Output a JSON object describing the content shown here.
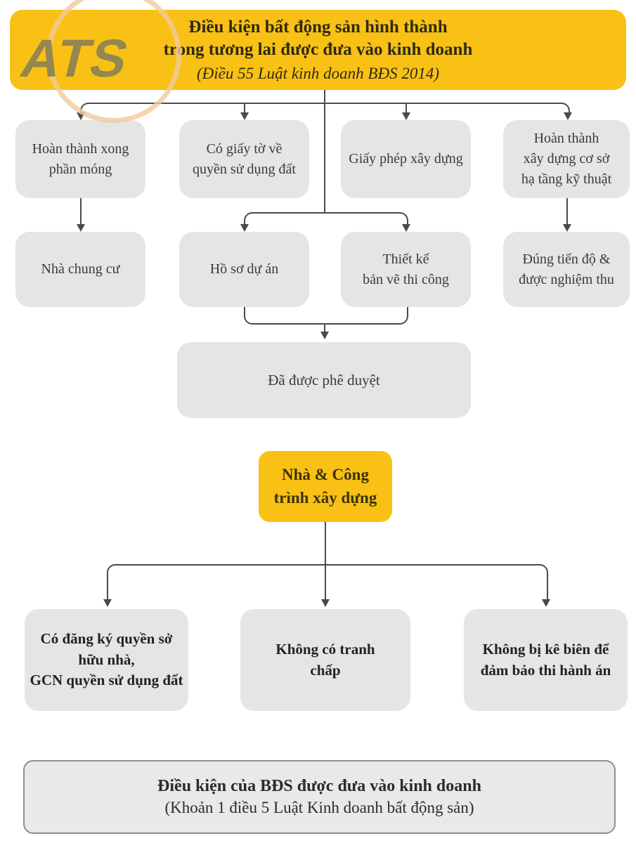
{
  "colors": {
    "accent_yellow": "#f9c115",
    "node_gray": "#e6e5e6",
    "connector": "#4a4a4a",
    "logo_text_color": "#8b8254",
    "logo_arc_color": "#f3c99e",
    "footer_border": "#8f8f8f"
  },
  "logo": {
    "text": "ATS"
  },
  "header": {
    "line1": "Điều kiện bất động sản hình thành",
    "line2": "trong tương lai được đưa vào kinh doanh",
    "line3": "(Điều 55 Luật kinh doanh BĐS 2014)"
  },
  "level1": [
    {
      "label": [
        "Hoàn thành xong",
        "phần móng"
      ]
    },
    {
      "label": [
        "Có giấy tờ về",
        "quyền sử dụng đất"
      ]
    },
    {
      "label": [
        "Giấy phép xây dựng"
      ]
    },
    {
      "label": [
        "Hoàn thành",
        "xây dựng cơ sở",
        "hạ tầng kỹ thuật"
      ]
    }
  ],
  "level2": [
    {
      "label": [
        "Nhà chung cư"
      ]
    },
    {
      "label": [
        "Hồ sơ dự án"
      ]
    },
    {
      "label": [
        "Thiết kế",
        "bản vẽ thi công"
      ]
    },
    {
      "label": [
        "Đúng tiến độ &",
        "được nghiệm thu"
      ]
    }
  ],
  "approved": {
    "label": "Đã được phê duyệt"
  },
  "mid": {
    "label": [
      "Nhà & Công",
      "trình xây dựng"
    ]
  },
  "level3": [
    {
      "label": [
        "Có đăng ký quyền sở",
        "hữu nhà,",
        "GCN quyền sử dụng đất"
      ]
    },
    {
      "label": [
        "Không có tranh",
        "chấp"
      ]
    },
    {
      "label": [
        "Không bị kê biên để",
        "đảm bảo thi hành án"
      ]
    }
  ],
  "footer": {
    "line1": "Điều kiện của BĐS được đưa vào kinh doanh",
    "line2": "(Khoản 1 điều 5 Luật Kinh doanh bất động sản)"
  }
}
